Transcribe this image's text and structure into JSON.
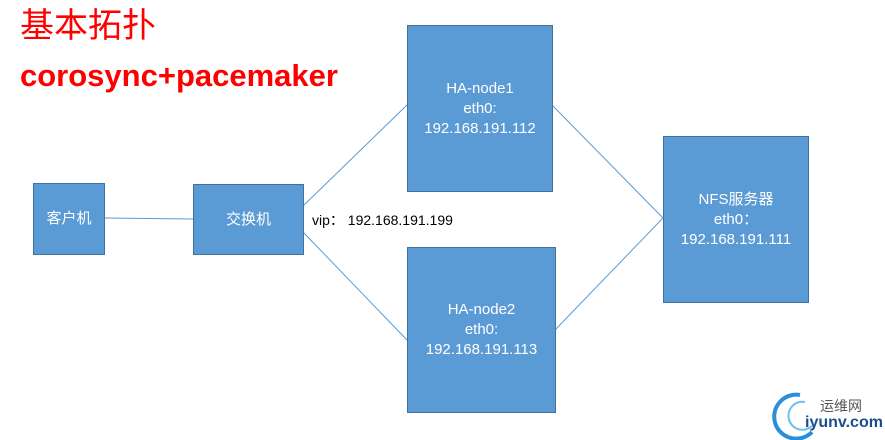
{
  "title": "基本拓扑",
  "subtitle": "corosync+pacemaker",
  "nodes": {
    "client": {
      "label": "客户机"
    },
    "switch": {
      "label": "交换机"
    },
    "node1": {
      "name": "HA-node1",
      "iface": "eth0:",
      "ip": "192.168.191.112"
    },
    "node2": {
      "name": "HA-node2",
      "iface": "eth0:",
      "ip": "192.168.191.113"
    },
    "nfs": {
      "name": "NFS服务器",
      "iface": "eth0：",
      "ip": "192.168.191.111"
    }
  },
  "vip": "vip：  192.168.191.199",
  "watermark": {
    "cn": "运维网",
    "en": "iyunv.com"
  },
  "colors": {
    "box": "#5b9bd5",
    "border": "#41719c",
    "line": "#5b9bd5",
    "title": "#ff0000"
  }
}
